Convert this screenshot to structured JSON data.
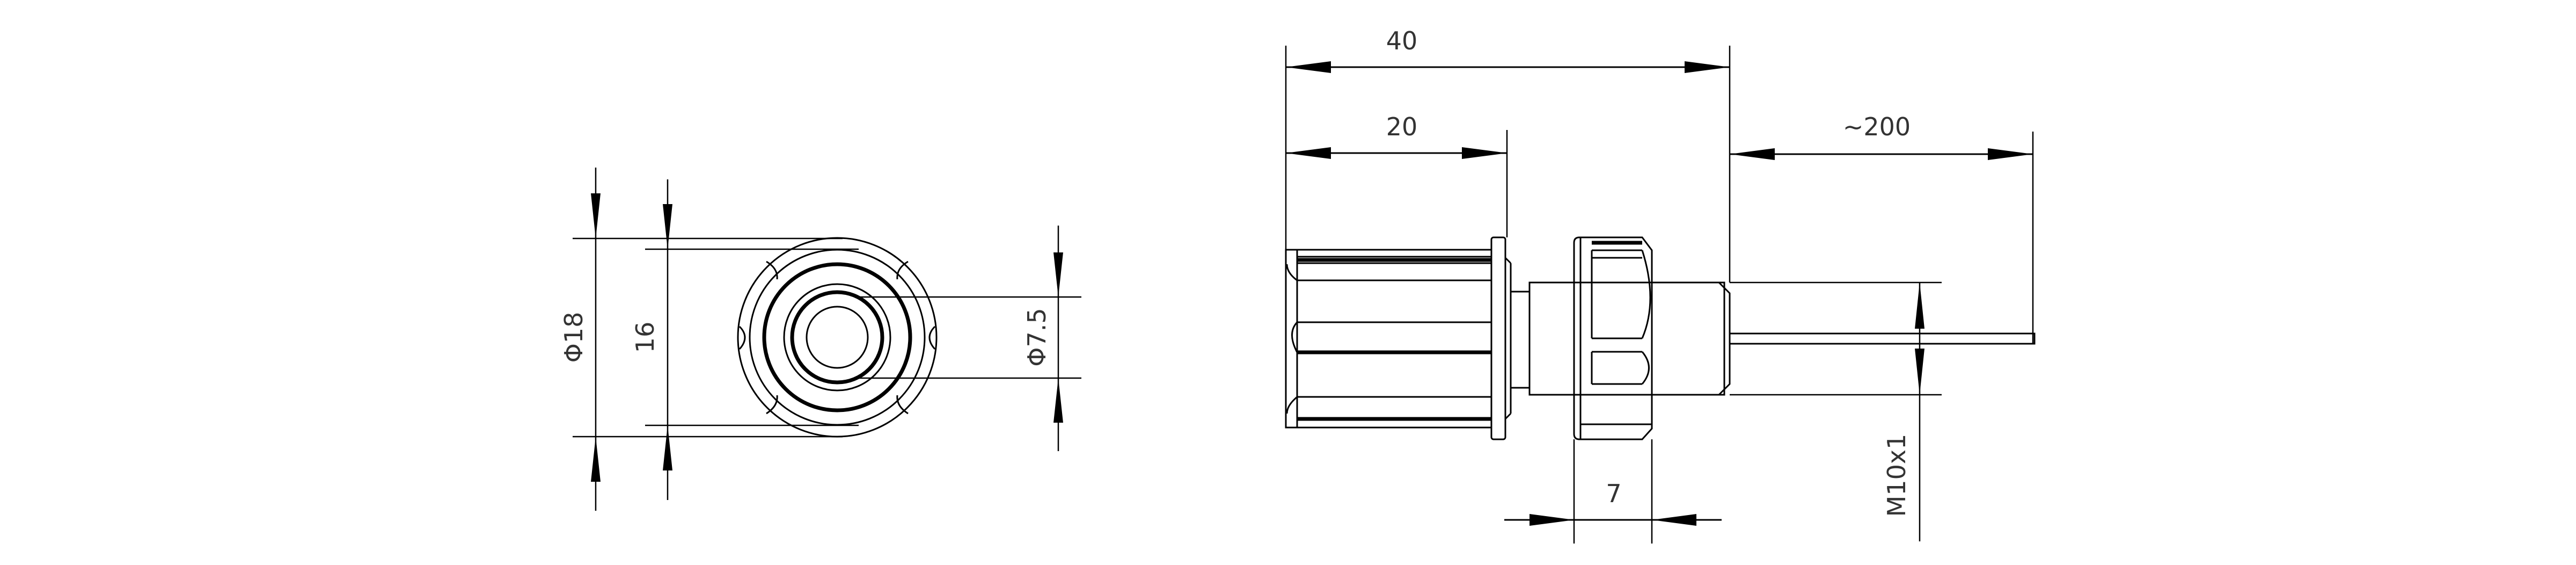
{
  "drawing": {
    "type": "engineering dimension drawing",
    "subject": "panel-mount terminal / connector with knurled knob, nut and wire lead",
    "line_color": "#000000",
    "text_color": "#333333",
    "background": "#ffffff"
  },
  "front_view": {
    "dimensions": {
      "outer_diameter": "Φ18",
      "inner_height": "16",
      "bore_diameter": "Φ7.5"
    }
  },
  "side_view": {
    "dimensions": {
      "overall_length": "40",
      "knob_length": "20",
      "wire_length": "~200",
      "nut_width": "7",
      "thread": "M10x1"
    }
  }
}
